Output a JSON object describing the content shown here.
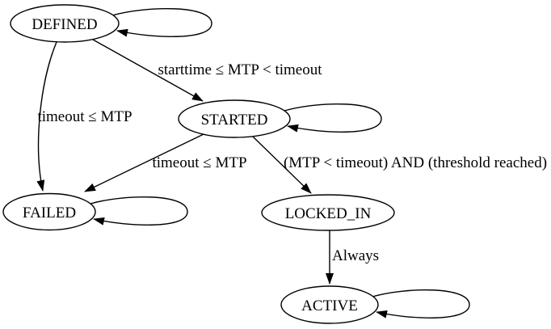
{
  "colors": {
    "background": "#ffffff",
    "stroke": "#000000",
    "text": "#000000"
  },
  "nodes": {
    "defined": {
      "label": "DEFINED"
    },
    "started": {
      "label": "STARTED"
    },
    "failed": {
      "label": "FAILED"
    },
    "locked_in": {
      "label": "LOCKED_IN"
    },
    "active": {
      "label": "ACTIVE"
    }
  },
  "edges": {
    "defined_to_started": {
      "label": "starttime ≤ MTP < timeout"
    },
    "defined_to_failed": {
      "label": "timeout ≤ MTP"
    },
    "started_to_failed": {
      "label": "timeout ≤ MTP"
    },
    "started_to_locked_in": {
      "label": "(MTP < timeout) AND (threshold reached)"
    },
    "locked_in_to_active": {
      "label": "Always"
    }
  }
}
